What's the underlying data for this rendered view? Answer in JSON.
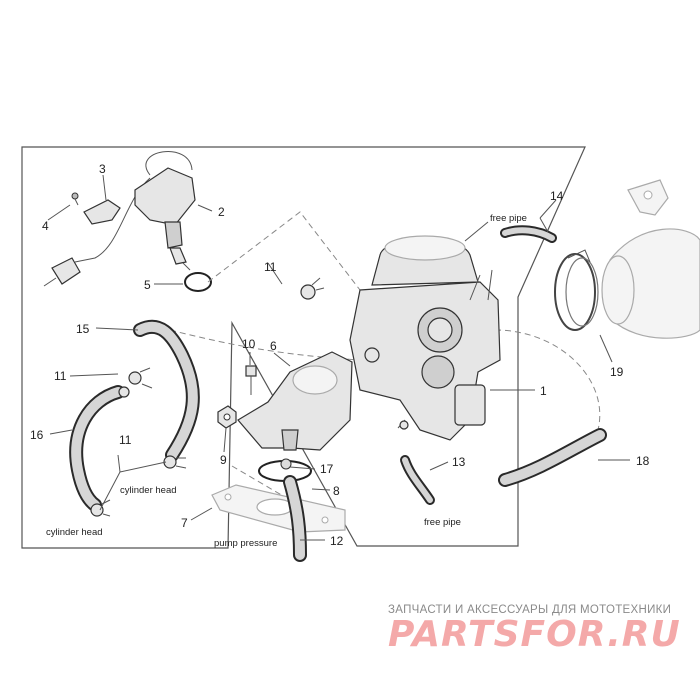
{
  "callouts": {
    "n1": "1",
    "n2": "2",
    "n3": "3",
    "n4": "4",
    "n5": "5",
    "n6": "6",
    "n7": "7",
    "n8": "8",
    "n9": "9",
    "n10": "10",
    "n11a": "11",
    "n11b": "11",
    "n11c": "11",
    "n12": "12",
    "n13": "13",
    "n14": "14",
    "n15": "15",
    "n16": "16",
    "n17": "17",
    "n18": "18",
    "n19": "19"
  },
  "labels": {
    "free_pipe_top": "free pipe",
    "free_pipe_bottom": "free pipe",
    "cylinder_head_a": "cylinder head",
    "cylinder_head_b": "cylinder head",
    "pump_pressure": "pump pressure"
  },
  "watermark": {
    "caption": "ЗАПЧАСТИ И АКСЕССУАРЫ ДЛЯ МОТОТЕХНИКИ",
    "logo": "PARTSFOR.RU",
    "color": "#f4a9a9"
  }
}
